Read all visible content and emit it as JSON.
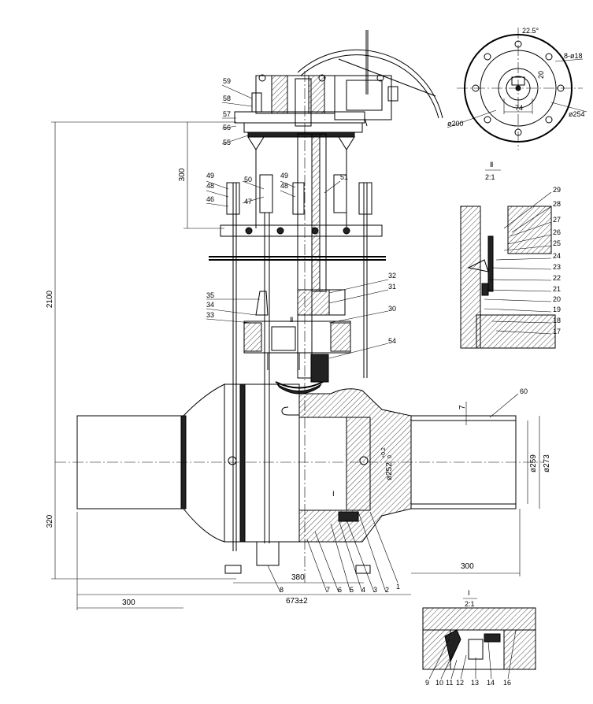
{
  "part_labels": {
    "l1": "1",
    "l2": "2",
    "l3": "3",
    "l4": "4",
    "l5": "5",
    "l6": "6",
    "l7": "7",
    "l8": "8",
    "l9": "9",
    "l10": "10",
    "l11": "11",
    "l12": "12",
    "l13": "13",
    "l14": "14",
    "l16": "16",
    "l17": "17",
    "l18": "18",
    "l19": "19",
    "l20": "20",
    "l21": "21",
    "l22": "22",
    "l23": "23",
    "l24": "24",
    "l25": "25",
    "l26": "26",
    "l27": "27",
    "l28": "28",
    "l29": "29",
    "l30": "30",
    "l31": "31",
    "l32": "32",
    "l33": "33",
    "l34": "34",
    "l35": "35",
    "l46": "46",
    "l47": "47",
    "l48": "48",
    "l49": "49",
    "l48b": "48",
    "l49b": "49",
    "l50": "50",
    "l51": "51",
    "l54": "54",
    "l55": "55",
    "l56": "56",
    "l57": "57",
    "l58": "58",
    "l59": "59",
    "l60": "60"
  },
  "dimensions": {
    "overall_height": "2100",
    "upper_height": "300",
    "lower_height": "320",
    "face_to_face": "673±2",
    "left_extension": "300",
    "right_extension": "300",
    "centre_width": "380",
    "bore": "ø252",
    "bore_tol_upper": "+0.2",
    "bore_tol_lower": "0",
    "pipe_id": "ø259",
    "pipe_od": "ø273",
    "wall": "7"
  },
  "flange_view": {
    "angle": "22.5°",
    "holes": "8-ø18",
    "keyway": "20",
    "slot": "74",
    "pcd": "ø200",
    "od": "ø254"
  },
  "details": {
    "detail_ii_mark": "Ⅱ",
    "detail_ii_scale": "2:1",
    "detail_i_mark": "Ⅰ",
    "detail_i_scale": "2:1",
    "callout_ii": "Ⅱ",
    "callout_i": "Ⅰ"
  }
}
